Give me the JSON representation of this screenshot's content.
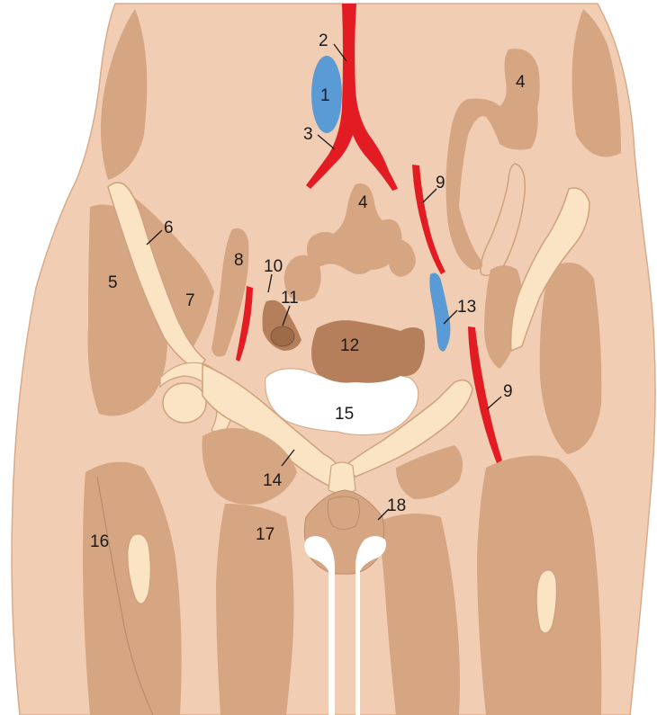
{
  "colors": {
    "skin": "#f0cdb3",
    "outline": "#d9ab8a",
    "muscle": "#d6a683",
    "muscle_dark": "#cc9a77",
    "bone": "#fbe4c4",
    "bone_outline": "#cfa17e",
    "organ": "#b47f5a",
    "organ_dark": "#9e6b49",
    "artery": "#e31b23",
    "vein": "#5b9bd5",
    "bladder": "#ffffff"
  },
  "labels": {
    "l1": "1",
    "l2": "2",
    "l3": "3",
    "l4a": "4",
    "l4b": "4",
    "l5": "5",
    "l6": "6",
    "l7": "7",
    "l8": "8",
    "l9a": "9",
    "l9b": "9",
    "l10": "10",
    "l11": "11",
    "l12": "12",
    "l13": "13",
    "l14": "14",
    "l15": "15",
    "l16": "16",
    "l17": "17",
    "l18": "18"
  }
}
